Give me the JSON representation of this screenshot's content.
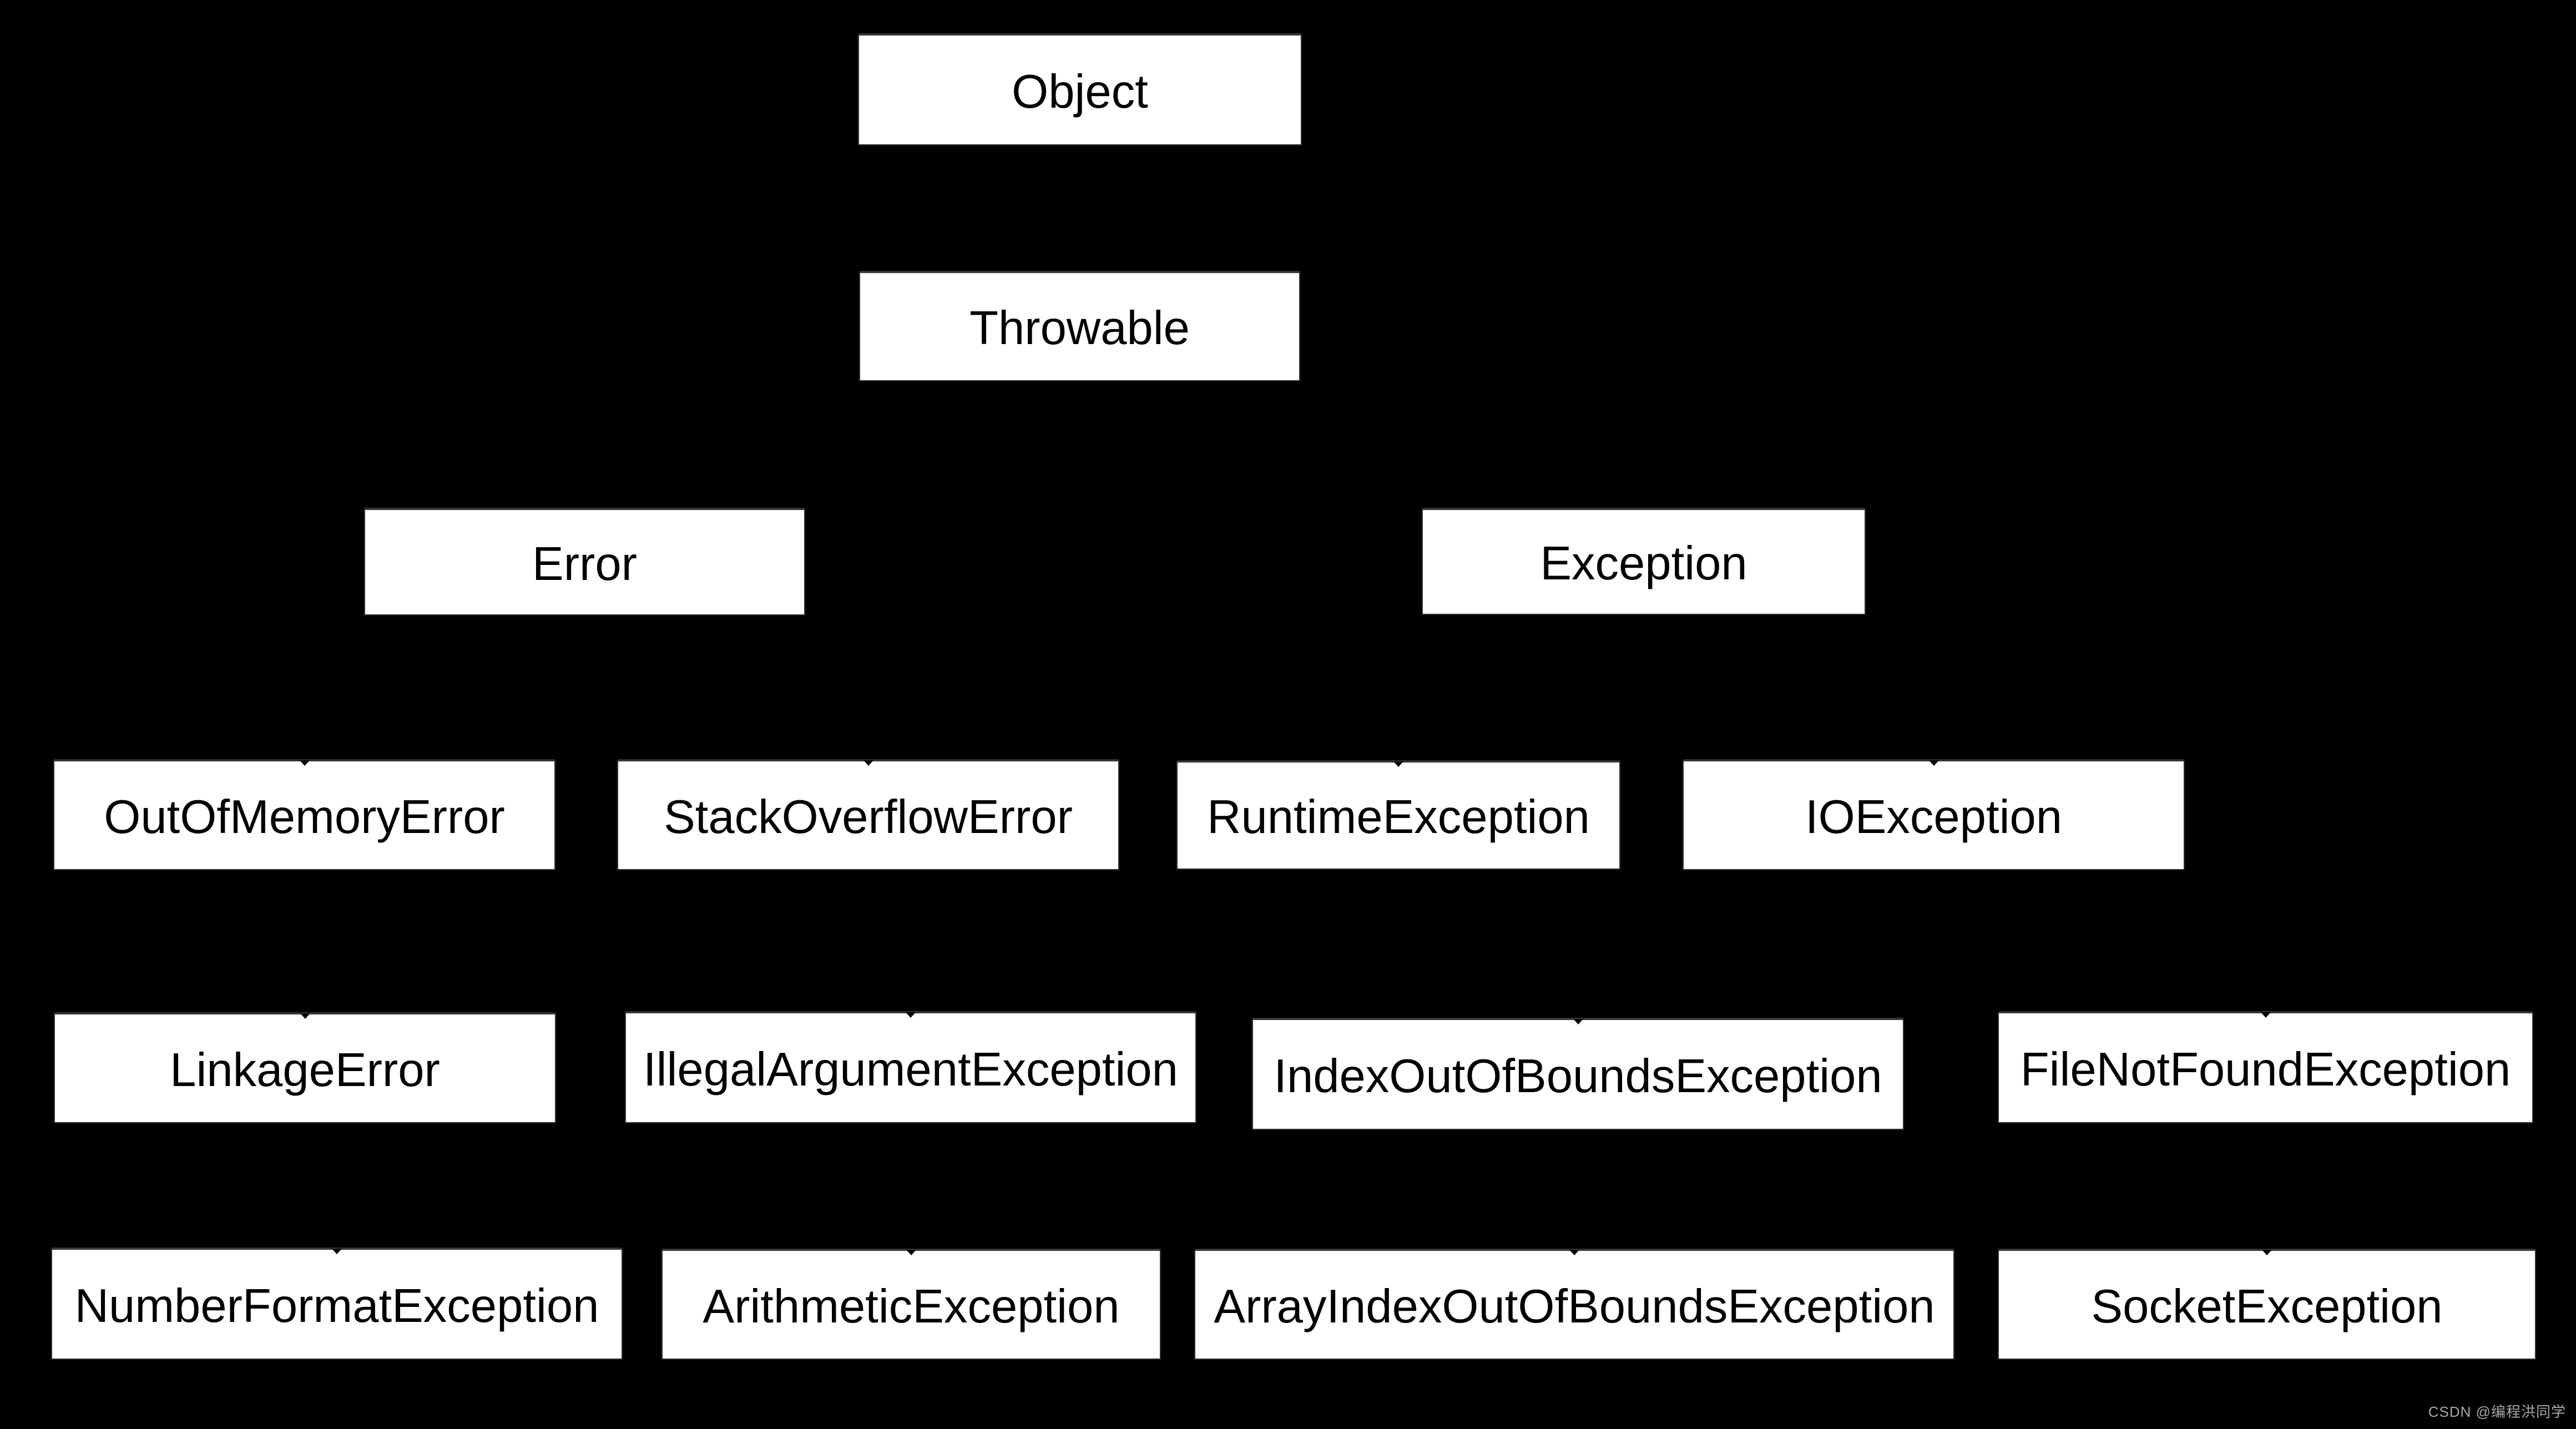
{
  "diagram": {
    "type": "class-hierarchy-tree",
    "background_color": "#000000",
    "node_fill_color": "#ffffff",
    "node_text_color": "#000000"
  },
  "rows": [
    {
      "boxes": [
        {
          "label": "Object"
        }
      ]
    },
    {
      "boxes": [
        {
          "label": "Throwable"
        }
      ]
    },
    {
      "boxes": [
        {
          "label": "Error"
        },
        {
          "label": "Exception"
        }
      ]
    },
    {
      "boxes": [
        {
          "label": "OutOfMemoryError"
        },
        {
          "label": "StackOverflowError"
        },
        {
          "label": "RuntimeException"
        },
        {
          "label": "IOException"
        }
      ]
    },
    {
      "boxes": [
        {
          "label": "LinkageError"
        },
        {
          "label": "IllegalArgumentException"
        },
        {
          "label": "IndexOutOfBoundsException"
        },
        {
          "label": "FileNotFoundException"
        }
      ]
    },
    {
      "boxes": [
        {
          "label": "NumberFormatException"
        },
        {
          "label": "ArithmeticException"
        },
        {
          "label": "ArrayIndexOutOfBoundsException"
        },
        {
          "label": "SocketException"
        }
      ]
    }
  ],
  "watermark": {
    "text": "CSDN @编程洪同学",
    "color": "#a8a8a8"
  }
}
